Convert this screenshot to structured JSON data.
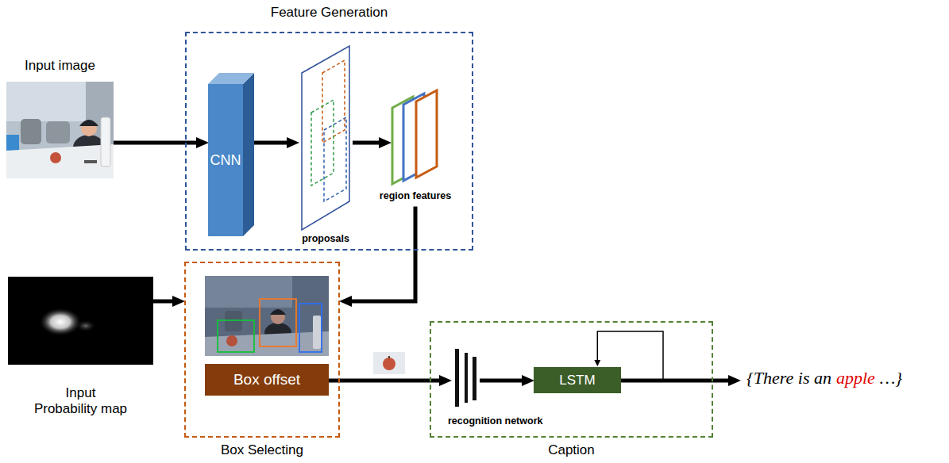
{
  "diagram": {
    "nodes": [
      {
        "text": [
          "Input image"
        ]
      },
      {
        "text": [
          "Feature Generation"
        ]
      },
      {
        "text": [
          "CNN"
        ],
        "in": 1
      },
      {
        "text": [
          "proposals"
        ],
        "in": 1
      },
      {
        "text": [
          "region features"
        ],
        "in": 1
      },
      {
        "text": [
          "Input Probability map"
        ]
      },
      {
        "text": [
          "Box Selecting"
        ]
      },
      {
        "text": [
          "Box offset"
        ],
        "in": 6
      },
      {
        "text": [
          "Caption"
        ]
      },
      {
        "text": [
          "recognition network"
        ],
        "in": 8
      },
      {
        "text": [
          "LSTM"
        ],
        "in": 8
      },
      {
        "text": [
          "{There is an",
          "apple",
          "…}"
        ]
      }
    ],
    "edges": [
      {
        "from": 0,
        "to": 2,
        "arrow": "to"
      },
      {
        "from": 2,
        "to": 3,
        "arrow": "to"
      },
      {
        "from": 3,
        "to": 4,
        "arrow": "to"
      },
      {
        "from": 4,
        "to": 6,
        "arrow": "to"
      },
      {
        "from": 5,
        "to": 6,
        "arrow": "to"
      },
      {
        "from": 7,
        "to": 9,
        "arrow": "to"
      },
      {
        "from": 9,
        "to": 10,
        "arrow": "to"
      },
      {
        "from": 10,
        "to": 11,
        "arrow": "to"
      }
    ]
  }
}
